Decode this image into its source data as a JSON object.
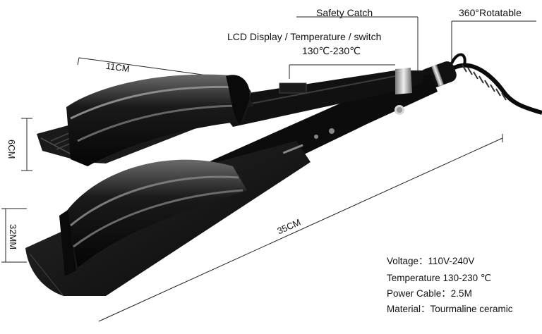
{
  "callouts": {
    "safety_catch": "Safety Catch",
    "rotatable": "360°Rotatable",
    "lcd": "LCD Display / Temperature / switch",
    "temp_range": "130℃-230℃"
  },
  "dimensions": {
    "length_top": "11CM",
    "height_side": "6CM",
    "barrel": "32MM",
    "total_length": "35CM"
  },
  "specs": [
    {
      "label": "Voltage：",
      "value": "110V-240V"
    },
    {
      "label": "Temperature ",
      "value": "130-230 ℃"
    },
    {
      "label": "Power Cable：",
      "value": "2.5M"
    },
    {
      "label": "Material：",
      "value": "Tourmaline ceramic"
    }
  ],
  "colors": {
    "body": "#0d0d0d",
    "highlight": "#5a5a5a",
    "chrome": "#c8c8c8",
    "line": "#222222"
  }
}
